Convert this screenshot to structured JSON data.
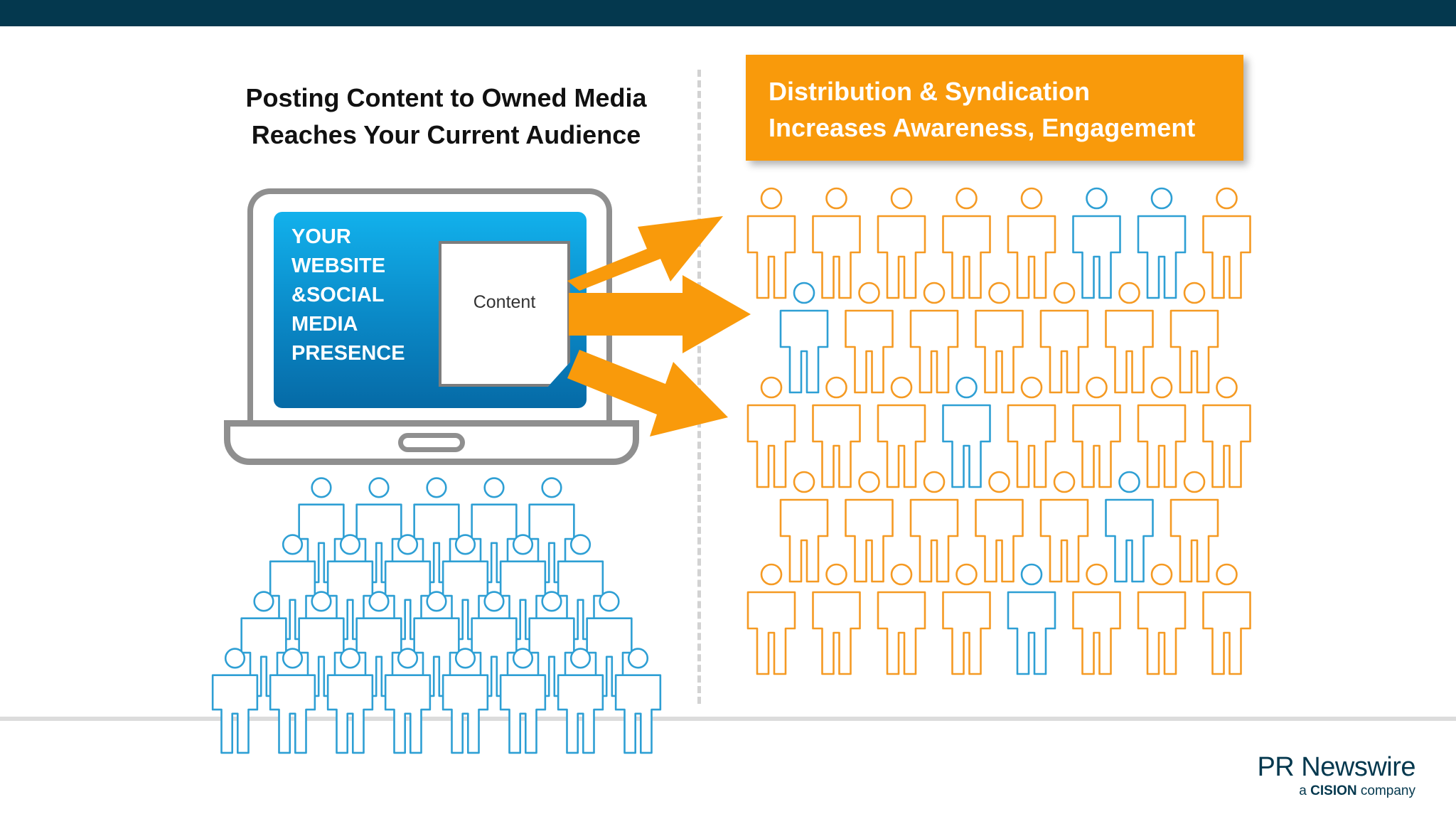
{
  "left_heading": {
    "line1": "Posting Content to Owned Media",
    "line2": "Reaches Your Current Audience"
  },
  "right_heading": {
    "line1": "Distribution & Syndication",
    "line2": "Increases Awareness, Engagement"
  },
  "laptop_screen": {
    "lines": [
      "YOUR",
      "WEBSITE",
      "&SOCIAL",
      "MEDIA",
      "PRESENCE"
    ],
    "content_label": "Content"
  },
  "logo": {
    "name": "PR Newswire",
    "tagline_prefix": "a",
    "tagline_brand": "CISION",
    "tagline_suffix": "company"
  },
  "colors": {
    "top_bar": "#04384e",
    "orange": "#f99a0b",
    "blue_person": "#2e9fd4",
    "orange_person": "#f59a23",
    "laptop_frame": "#8f8f8f"
  },
  "current_audience": {
    "person_color": "blue",
    "rows": [
      5,
      6,
      7,
      8
    ]
  },
  "syndicated_audience": {
    "rows": [
      [
        "orange",
        "orange",
        "orange",
        "orange",
        "orange",
        "blue",
        "blue",
        "orange"
      ],
      [
        "blue",
        "orange",
        "orange",
        "orange",
        "orange",
        "orange",
        "orange"
      ],
      [
        "orange",
        "orange",
        "orange",
        "blue",
        "orange",
        "orange",
        "orange",
        "orange"
      ],
      [
        "orange",
        "orange",
        "orange",
        "orange",
        "orange",
        "blue",
        "orange"
      ],
      [
        "orange",
        "orange",
        "orange",
        "orange",
        "blue",
        "orange",
        "orange",
        "orange"
      ]
    ]
  }
}
